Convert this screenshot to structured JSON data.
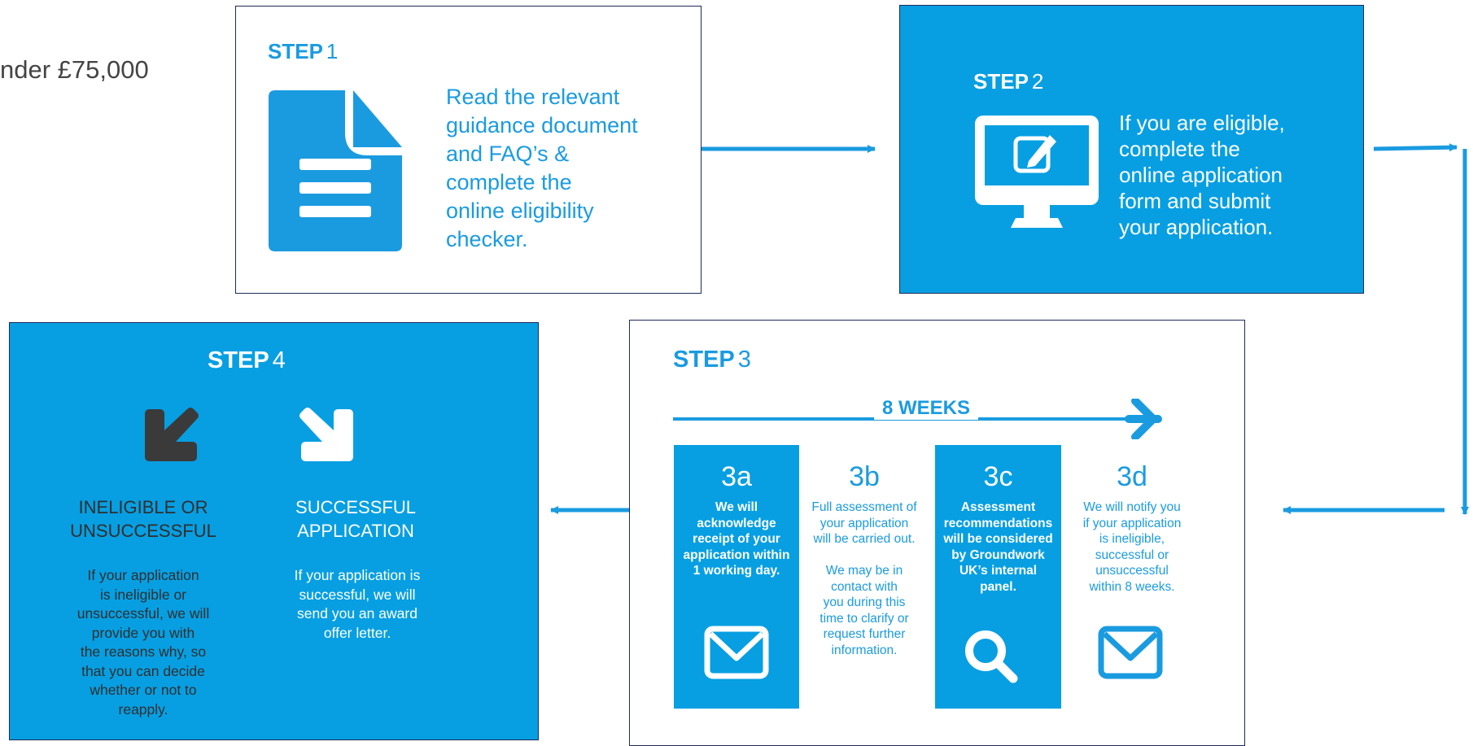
{
  "lead_text": "nder £75,000",
  "step1": {
    "label_bold": "STEP",
    "label_num": "1",
    "text": "Read the relevant\nguidance document\nand FAQ’s &\ncomplete the\nonline eligibility\nchecker.",
    "icon": "document-icon"
  },
  "step2": {
    "label_bold": "STEP",
    "label_num": "2",
    "text": "If you are eligible,\ncomplete the\nonline application\nform and submit\nyour application.",
    "icon": "monitor-edit-icon"
  },
  "step3": {
    "label_bold": "STEP",
    "label_num": "3",
    "duration": "8 WEEKS",
    "columns": [
      {
        "id": "3a",
        "title": "3a",
        "text": "We will\nacknowledge\nreceipt of your\napplication within\n1 working day.",
        "icon": "envelope-icon"
      },
      {
        "id": "3b",
        "title": "3b",
        "text": "Full assessment of\nyour application\nwill be carried out.\n\nWe may be in\ncontact with\nyou during this\ntime to clarify or\nrequest further\ninformation."
      },
      {
        "id": "3c",
        "title": "3c",
        "text": "Assessment\nrecommendations\nwill be considered\nby Groundwork\nUK’s internal\npanel.",
        "icon": "magnifier-icon"
      },
      {
        "id": "3d",
        "title": "3d",
        "text": "We will notify you\nif your application\nis ineligible,\nsuccessful or\nunsuccessful\nwithin 8 weeks.",
        "icon": "envelope-icon"
      }
    ]
  },
  "step4": {
    "label_bold": "STEP",
    "label_num": "4",
    "left": {
      "heading": "INELIGIBLE OR\nUNSUCCESSFUL",
      "text": "If your application\nis ineligible or\nunsuccessful, we will\nprovide you with\nthe reasons why, so\nthat you can decide\nwhether or not to\nreapply.",
      "icon": "arrow-down-left-icon"
    },
    "right": {
      "heading": "SUCCESSFUL\nAPPLICATION",
      "text": "If your application is\nsuccessful, we will\nsend you an award\noffer letter.",
      "icon": "arrow-down-right-icon"
    }
  },
  "colors": {
    "blue": "#079fe2",
    "text_blue": "#1a9be0",
    "border": "#1f2a5a",
    "dark_icon": "#3a3a3a"
  }
}
